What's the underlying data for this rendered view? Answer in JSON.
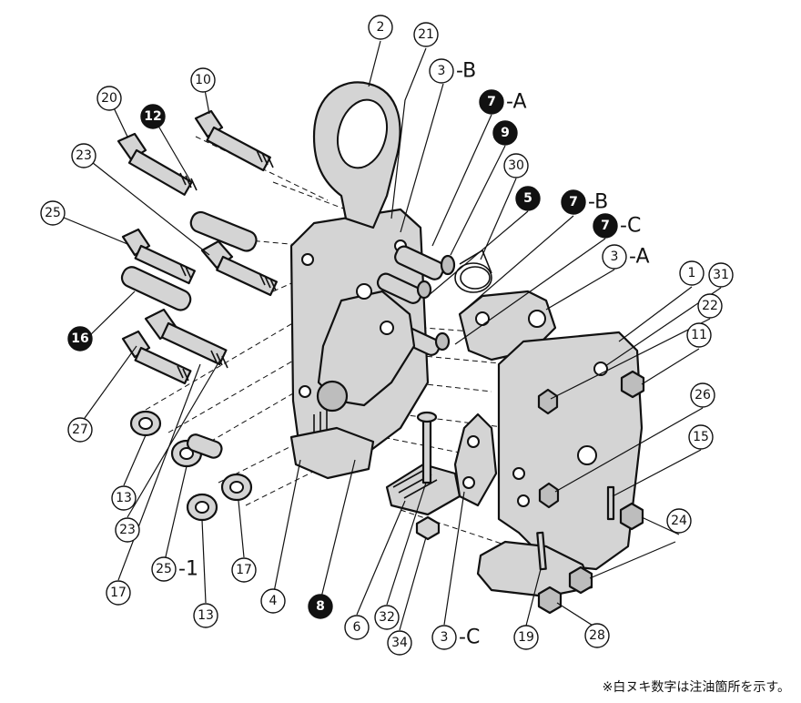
{
  "note": "※白ヌキ数字は注油箇所を示す。",
  "labels": [
    {
      "id": "2",
      "filled": false,
      "suffix": ""
    },
    {
      "id": "21",
      "filled": false,
      "suffix": ""
    },
    {
      "id": "3",
      "filled": false,
      "suffix": "-B"
    },
    {
      "id": "7",
      "filled": true,
      "suffix": "-A"
    },
    {
      "id": "9",
      "filled": true,
      "suffix": ""
    },
    {
      "id": "30",
      "filled": false,
      "suffix": ""
    },
    {
      "id": "5",
      "filled": true,
      "suffix": ""
    },
    {
      "id": "7",
      "filled": true,
      "suffix": "-B"
    },
    {
      "id": "7",
      "filled": true,
      "suffix": "-C"
    },
    {
      "id": "3",
      "filled": false,
      "suffix": "-A"
    },
    {
      "id": "1",
      "filled": false,
      "suffix": ""
    },
    {
      "id": "31",
      "filled": false,
      "suffix": ""
    },
    {
      "id": "22",
      "filled": false,
      "suffix": ""
    },
    {
      "id": "11",
      "filled": false,
      "suffix": ""
    },
    {
      "id": "26",
      "filled": false,
      "suffix": ""
    },
    {
      "id": "15",
      "filled": false,
      "suffix": ""
    },
    {
      "id": "24",
      "filled": false,
      "suffix": ""
    },
    {
      "id": "28",
      "filled": false,
      "suffix": ""
    },
    {
      "id": "19",
      "filled": false,
      "suffix": ""
    },
    {
      "id": "3",
      "filled": false,
      "suffix": "-C"
    },
    {
      "id": "34",
      "filled": false,
      "suffix": ""
    },
    {
      "id": "32",
      "filled": false,
      "suffix": ""
    },
    {
      "id": "6",
      "filled": false,
      "suffix": ""
    },
    {
      "id": "8",
      "filled": true,
      "suffix": ""
    },
    {
      "id": "4",
      "filled": false,
      "suffix": ""
    },
    {
      "id": "17",
      "filled": false,
      "suffix": ""
    },
    {
      "id": "13",
      "filled": false,
      "suffix": ""
    },
    {
      "id": "25",
      "filled": false,
      "suffix": "-1"
    },
    {
      "id": "17",
      "filled": false,
      "suffix": ""
    },
    {
      "id": "23",
      "filled": false,
      "suffix": ""
    },
    {
      "id": "13",
      "filled": false,
      "suffix": ""
    },
    {
      "id": "27",
      "filled": false,
      "suffix": ""
    },
    {
      "id": "16",
      "filled": true,
      "suffix": ""
    },
    {
      "id": "25",
      "filled": false,
      "suffix": ""
    },
    {
      "id": "23",
      "filled": false,
      "suffix": ""
    },
    {
      "id": "20",
      "filled": false,
      "suffix": ""
    },
    {
      "id": "12",
      "filled": true,
      "suffix": ""
    },
    {
      "id": "10",
      "filled": false,
      "suffix": ""
    }
  ]
}
